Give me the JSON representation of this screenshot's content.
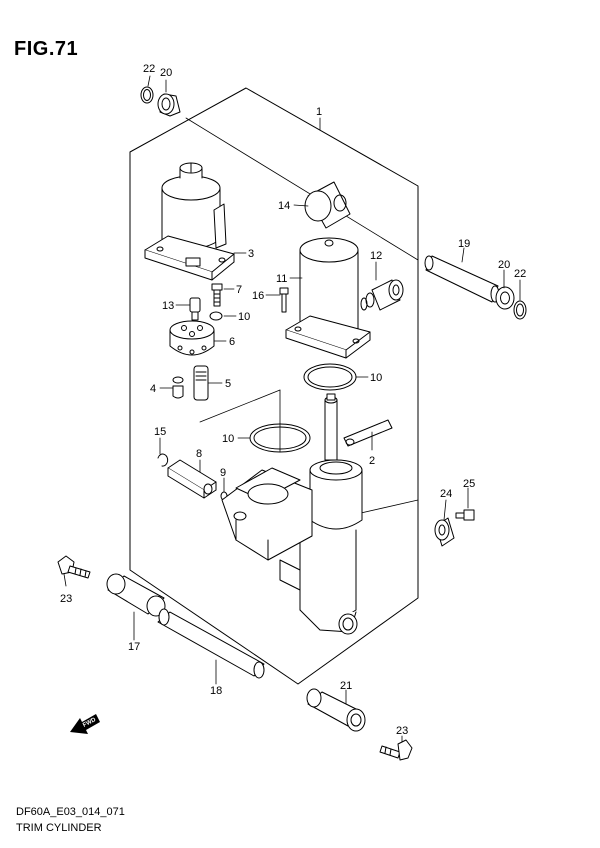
{
  "figure": {
    "title": "FIG.71",
    "drawing_code": "DF60A_E03_014_071",
    "caption": "TRIM CYLINDER",
    "fwd_label": "FWD"
  },
  "callouts": {
    "c1": "1",
    "c2": "2",
    "c3": "3",
    "c4": "4",
    "c5": "5",
    "c6": "6",
    "c7": "7",
    "c8": "8",
    "c9": "9",
    "c10a": "10",
    "c10b": "10",
    "c10c": "10",
    "c11": "11",
    "c12": "12",
    "c13": "13",
    "c14": "14",
    "c15": "15",
    "c16": "16",
    "c17": "17",
    "c18": "18",
    "c19": "19",
    "c20a": "20",
    "c20b": "20",
    "c21": "21",
    "c22a": "22",
    "c22b": "22",
    "c23a": "23",
    "c23b": "23",
    "c24": "24",
    "c25": "25"
  },
  "colors": {
    "line": "#000000",
    "fill": "#ffffff",
    "shade": "#e8e8e8"
  }
}
